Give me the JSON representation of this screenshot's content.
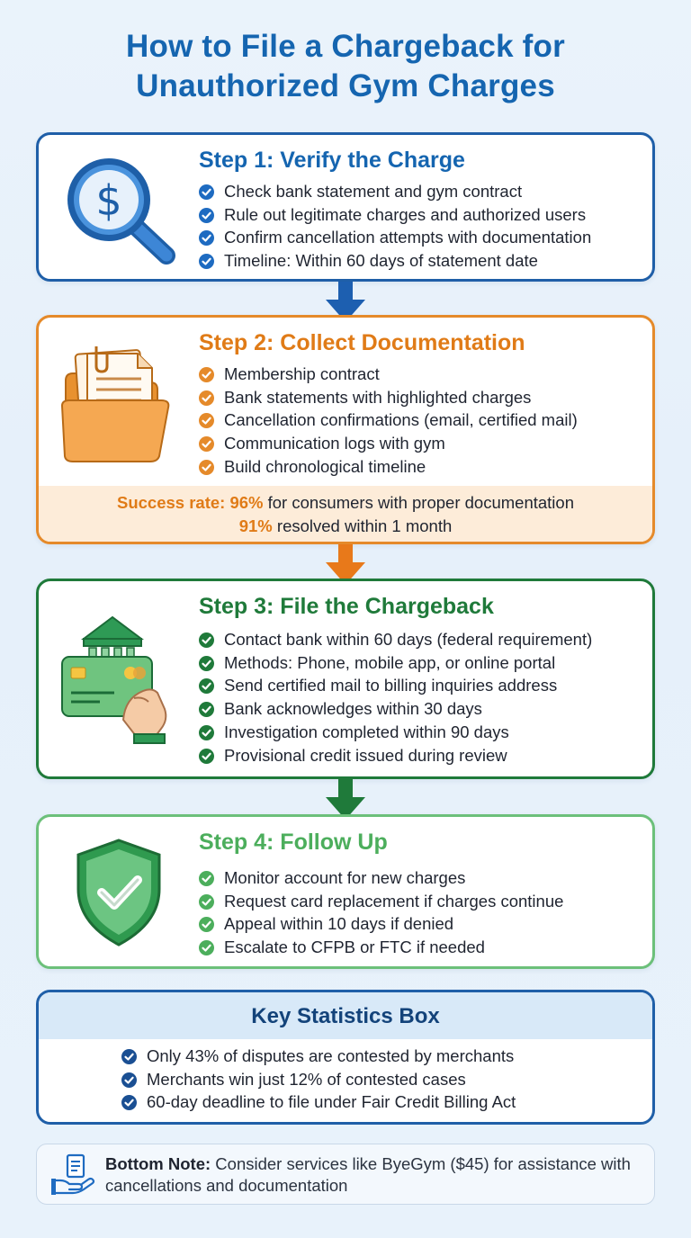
{
  "title": {
    "line1": "How to File a Chargeback for",
    "line2": "Unauthorized Gym Charges"
  },
  "colors": {
    "blue": "#1f5fa8",
    "orange": "#e58a2a",
    "dark_green": "#1f7a3a",
    "light_green": "#4cae5c"
  },
  "step1": {
    "heading": "Step 1: Verify the Charge",
    "icon": "magnifying-glass-dollar-icon",
    "items": [
      "Check bank statement and gym contract",
      "Rule out legitimate charges and authorized users",
      "Confirm cancellation attempts with documentation",
      "Timeline: Within 60 days of statement date"
    ]
  },
  "step2": {
    "heading": "Step 2: Collect Documentation",
    "icon": "document-folder-icon",
    "items": [
      "Membership contract",
      "Bank statements with highlighted charges",
      "Cancellation confirmations (email, certified mail)",
      "Communication logs with gym",
      "Build chronological timeline"
    ],
    "stats": {
      "label1": "Success rate: 96%",
      "text1": " for consumers with proper documentation",
      "label2": "91%",
      "text2": " resolved within 1 month"
    }
  },
  "step3": {
    "heading": "Step 3: File the Chargeback",
    "icon": "bank-card-hand-icon",
    "items": [
      "Contact bank within 60 days (federal requirement)",
      "Methods: Phone, mobile app, or online portal",
      "Send certified mail to billing inquiries address",
      "Bank acknowledges within 30 days",
      "Investigation completed within 90 days",
      "Provisional credit issued during review"
    ]
  },
  "step4": {
    "heading": "Step 4: Follow Up",
    "icon": "shield-check-icon",
    "items": [
      "Monitor account for new charges",
      "Request card replacement if charges continue",
      "Appeal within 10 days if denied",
      "Escalate to CFPB or FTC if needed"
    ]
  },
  "key_stats": {
    "heading": "Key Statistics Box",
    "items": [
      "Only 43% of disputes are contested by merchants",
      "Merchants win just 12% of contested cases",
      "60-day deadline to file under Fair Credit Billing Act"
    ]
  },
  "note": {
    "icon": "document-hand-icon",
    "label": "Bottom Note:",
    "text": " Consider services like ByeGym ($45) for assistance with cancellations and documentation"
  }
}
